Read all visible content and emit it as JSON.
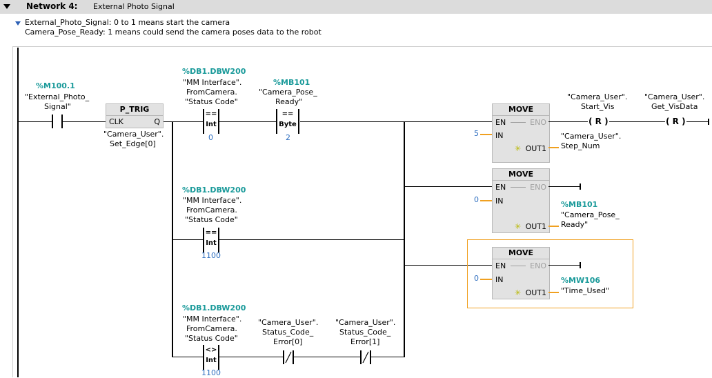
{
  "network": {
    "number_label": "Network 4:",
    "title": "External Photo Signal"
  },
  "comment": {
    "line1": "External_Photo_Signal: 0 to 1 means start the camera",
    "line2": "Camera_Pose_Ready: 1 means could send the camera poses data to the robot"
  },
  "contact_m100": {
    "address": "%M100.1",
    "name1": "\"External_Photo_",
    "name2": "Signal\""
  },
  "ptrig": {
    "title": "P_TRIG",
    "clk": "CLK",
    "q": "Q",
    "edge1": "\"Camera_User\".",
    "edge2": "Set_Edge[0]"
  },
  "cmp1": {
    "address": "%DB1.DBW200",
    "n1": "\"MM Interface\".",
    "n2": "FromCamera.",
    "n3": "\"Status Code\"",
    "op": "==",
    "type": "Int",
    "value": "0"
  },
  "cmp2": {
    "address": "%MB101",
    "n1": "\"Camera_Pose_",
    "n2": "Ready\"",
    "op": "==",
    "type": "Byte",
    "value": "2"
  },
  "cmp3": {
    "address": "%DB1.DBW200",
    "n1": "\"MM Interface\".",
    "n2": "FromCamera.",
    "n3": "\"Status Code\"",
    "op": "==",
    "type": "Int",
    "value": "1100"
  },
  "cmp4": {
    "address": "%DB1.DBW200",
    "n1": "\"MM Interface\".",
    "n2": "FromCamera.",
    "n3": "\"Status Code\"",
    "op": "<>",
    "type": "Int",
    "value": "1100"
  },
  "nc1": {
    "n1": "\"Camera_User\".",
    "n2": "Status_Code_",
    "n3": "Error[0]"
  },
  "nc2": {
    "n1": "\"Camera_User\".",
    "n2": "Status_Code_",
    "n3": "Error[1]"
  },
  "move1": {
    "title": "MOVE",
    "en": "EN",
    "eno": "ENO",
    "in_label": "IN",
    "out_label": "OUT1",
    "in_value": "5",
    "out1": "\"Camera_User\".",
    "out2": "Step_Num"
  },
  "move2": {
    "title": "MOVE",
    "en": "EN",
    "eno": "ENO",
    "in_label": "IN",
    "out_label": "OUT1",
    "in_value": "0",
    "out_address": "%MB101",
    "out1": "\"Camera_Pose_",
    "out2": "Ready\""
  },
  "move3": {
    "title": "MOVE",
    "en": "EN",
    "eno": "ENO",
    "in_label": "IN",
    "out_label": "OUT1",
    "in_value": "0",
    "out_address": "%MW106",
    "out1": "\"Time_Used\""
  },
  "coil1": {
    "n1": "\"Camera_User\".",
    "n2": "Start_Vis",
    "symbol": "( R )"
  },
  "coil2": {
    "n1": "\"Camera_User\".",
    "n2": "Get_VisData",
    "symbol": "( R )"
  },
  "star_symbol": "✳",
  "colors": {
    "teal": "#1a9a9a",
    "blue": "#2f6fc0",
    "selection": "#f0a020",
    "box": "#e2e2e2"
  }
}
